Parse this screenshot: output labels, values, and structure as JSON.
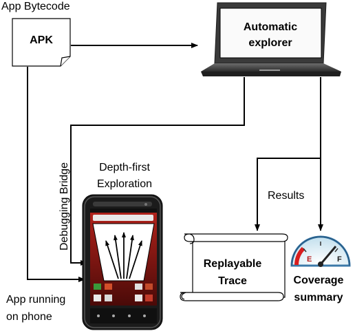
{
  "labels": {
    "app_bytecode": "App Bytecode",
    "apk": "APK",
    "explorer_line1": "Automatic",
    "explorer_line2": "explorer",
    "debugging_bridge": "Debugging Bridge",
    "depth_first_line1": "Depth-first",
    "depth_first_line2": "Exploration",
    "results": "Results",
    "replayable_line1": "Replayable",
    "replayable_line2": "Trace",
    "coverage_line1": "Coverage",
    "coverage_line2": "summary",
    "app_running_line1": "App running",
    "app_running_line2": "on phone"
  },
  "gauge": {
    "empty_mark": "E",
    "full_mark": "F"
  },
  "colors": {
    "gauge_red": "#d81e1e",
    "gauge_face": "#e4f1f7",
    "gauge_rim": "#3c79a8",
    "phone_screen": "#8a1410"
  }
}
